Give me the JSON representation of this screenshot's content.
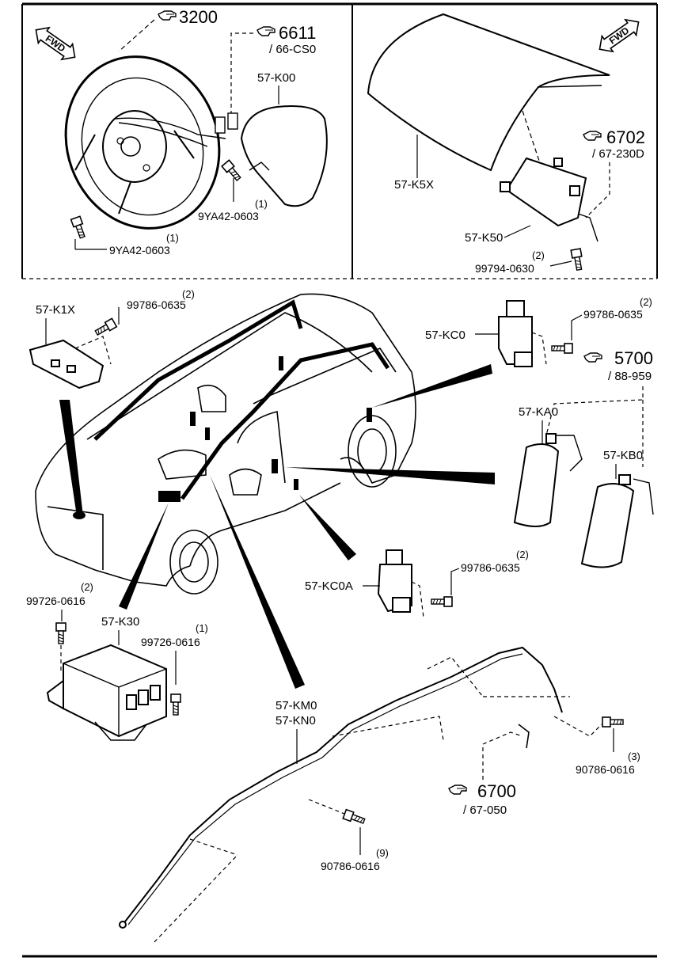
{
  "forward_badges": [
    "FWD",
    "FWD"
  ],
  "steering_group": {
    "ref_main": "3200",
    "ref_6611": "6611",
    "ref_6611_sub": "/ 66-CS0",
    "airbag_module": "57-K00",
    "bolt_upper": "9YA42-0603",
    "bolt_upper_qty": "(1)",
    "bolt_lower": "9YA42-0603",
    "bolt_lower_qty": "(1)"
  },
  "passenger_group": {
    "lid": "57-K5X",
    "module": "57-K50",
    "ref_6702": "6702",
    "ref_6702_sub": "/ 67-230D",
    "bolt": "99794-0630",
    "bolt_qty": "(2)"
  },
  "body_group": {
    "sensor_k1x": "57-K1X",
    "sensor_k1x_bolt": "99786-0635",
    "sensor_k1x_qty": "(2)",
    "sensor_kc0": "57-KC0",
    "sensor_kc0_bolt": "99786-0635",
    "sensor_kc0_qty": "(2)",
    "ref_5700": "5700",
    "ref_5700_sub": "/ 88-959",
    "side_airbag_ka0": "57-KA0",
    "side_airbag_kb0": "57-KB0",
    "sensor_kc0a": "57-KC0A",
    "sensor_kc0a_bolt": "99786-0635",
    "sensor_kc0a_qty": "(2)",
    "control_unit": "57-K30",
    "control_bolt_left": "99726-0616",
    "control_bolt_left_qty": "(2)",
    "control_bolt_right": "99726-0616",
    "control_bolt_right_qty": "(1)",
    "curtain_left": "57-KM0",
    "curtain_right": "57-KN0",
    "curtain_bolt_right": "90786-0616",
    "curtain_bolt_right_qty": "(3)",
    "ref_6700": "6700",
    "ref_6700_sub": "/ 67-050",
    "curtain_bolt_bottom": "90786-0616",
    "curtain_bolt_bottom_qty": "(9)"
  }
}
